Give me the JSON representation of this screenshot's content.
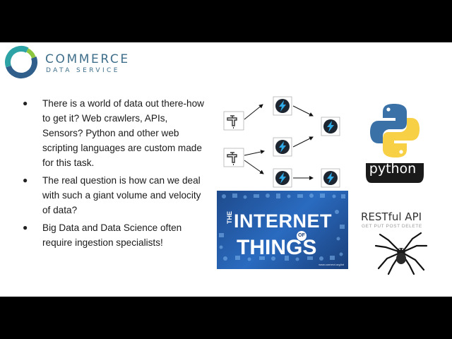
{
  "logo": {
    "title": "COMMERCE",
    "subtitle": "DATA SERVICE",
    "colors": {
      "ring_teal": "#2ea3a6",
      "ring_blue": "#2f5f8a",
      "ring_green": "#8cc63f",
      "text": "#3f6f8a"
    }
  },
  "bullets": [
    "There is a world of data out there-how to get it? Web crawlers, APIs, Sensors? Python and other web scripting languages are custom made for this task.",
    "The real question is how can we deal with such a giant volume and velocity of data?",
    "Big Data and Data Science often require ingestion specialists!"
  ],
  "bullet_marker": "●",
  "flow": {
    "source_icon": "faucet-icon",
    "node_icon": "lightning-bolt-icon",
    "colors": {
      "node_bg": "#1d2630",
      "bolt": "#2ea9e6"
    }
  },
  "iot": {
    "the": "THE",
    "internet": "INTERNET",
    "of": "OF",
    "things": "THINGS",
    "url": "www.connect.org/iot"
  },
  "python": {
    "wordmark": "python",
    "tm": "™",
    "colors": {
      "blue": "#3a72a8",
      "yellow": "#f7d046",
      "badge": "#1a1a1a"
    }
  },
  "rest": {
    "title": "RESTful API",
    "methods": "GET PUT POST DELETE"
  }
}
